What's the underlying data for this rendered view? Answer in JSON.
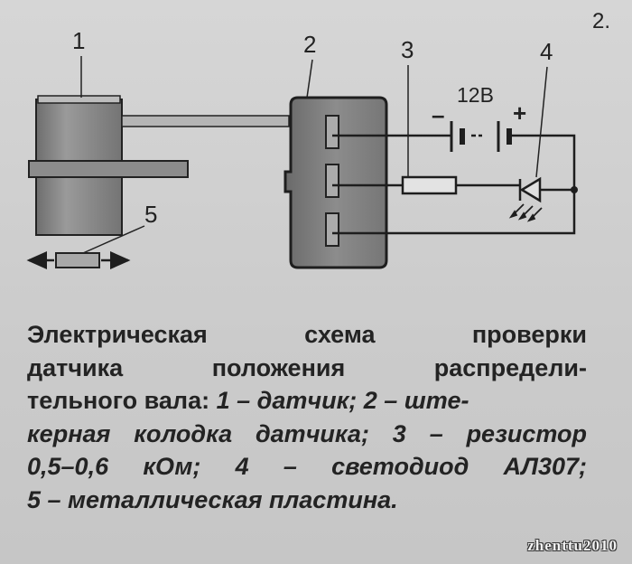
{
  "page_number": "2.",
  "callouts": {
    "sensor": "1",
    "connector": "2",
    "resistor": "3",
    "led": "4",
    "plate": "5"
  },
  "battery": {
    "voltage_label": "12В",
    "minus": "–",
    "plus": "+"
  },
  "caption": {
    "line1": "Электрическая схема проверки",
    "line2": "датчика положения распредели-",
    "line3_regular": "тельного вала: ",
    "line3_italic": "1 – датчик; 2 – ште-",
    "line4": "керная колодка датчика; 3 – резистор",
    "line5": "0,5–0,6 кОм; 4 – светодиод АЛ307;",
    "line6": "5 – металлическая пластина."
  },
  "watermark": "zhenttu2010",
  "colors": {
    "paper": "#d0d0d0",
    "ink": "#1e1e1e",
    "body_fill": "#8a8a8a",
    "plate_fill": "#c9c9c9"
  }
}
